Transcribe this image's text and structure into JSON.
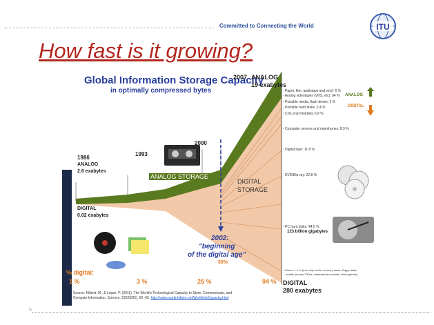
{
  "slide": {
    "tagline": "Committed to Connecting the World",
    "title": "How fast is it growing?",
    "page_number": "5",
    "logo_text": "ITU"
  },
  "figure": {
    "heading": "Global Information Storage Capacity",
    "subheading": "in optimally compressed bytes",
    "y1986": "1986",
    "analog1986": "ANALOG",
    "analog1986_value": "2.6 exabytes",
    "digital1986": "DIGITAL",
    "digital1986_value": "0.02 exabytes",
    "y1993": "1993",
    "y2000": "2000",
    "y2007": "2007",
    "analog2007": "ANALOG",
    "analog2007_value": "19 exabytes",
    "digital2007": "DIGITAL",
    "digital2007_value": "280 exabytes",
    "analog_storage": "ANALOG STORAGE",
    "digital_storage_1": "DIGITAL",
    "digital_storage_2": "STORAGE",
    "year2002": "2002:",
    "beginning_1": "\"beginning",
    "beginning_2": "of the digital age\"",
    "beginning_pct": "50%",
    "pct_label": "% digital:",
    "pct_values": [
      "1 %",
      "3 %",
      "25 %",
      "94 %"
    ],
    "analog_arrow": "ANALOG",
    "digital_arrow": "DIGITAL",
    "categories": [
      "- Paper, film, audiotape and vinyl: 6 %",
      "- Analog videotapes (VHS, etc): 94 %",
      "- Portable media, flash drives: 2 %",
      "- Portable hard disks: 2.4 %",
      "- CDs and minidisks 6.8 %",
      "- Computer servers and mainframes: 8.9 %",
      "- Digital tape: 11.8 %",
      "- DVD/Blu-ray: 22.8 %",
      "- PC hard disks: 44.5 %",
      "123 billion gigabytes",
      "- Others: < 1 % (incl. chip cards, memory cards, floppy disks,",
      "mobile phones, PDAs, cameras/camcorders, video games)"
    ],
    "source_line1": "Source: Hilbert, M., & López, P. (2011). The World's Technological Capacity to Store, Communicate, and",
    "source_line2": "Compute Information. Science, 332(6025), 60 -65.",
    "source_url": "http://www.martinhilbert.net/WorldInfoCapacity.html",
    "colors": {
      "analog_green": "#5a7a1f",
      "digital_orange": "#f2c9a8",
      "title_blue": "#2a3f9d",
      "accent_orange": "#e07a1f"
    }
  }
}
